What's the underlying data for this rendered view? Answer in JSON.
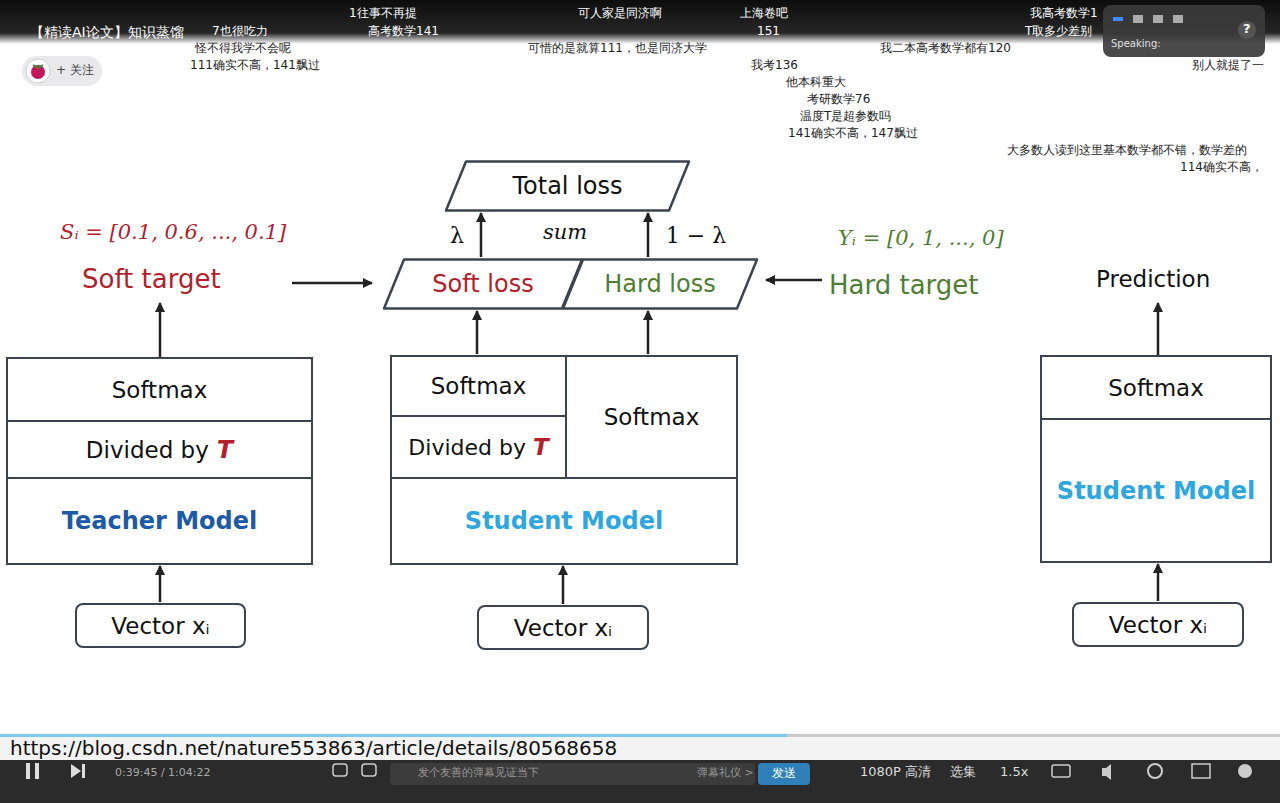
{
  "diagram": {
    "nodes": [
      {
        "text": [
          "Total loss"
        ]
      },
      {
        "text": [
          "Soft loss"
        ]
      },
      {
        "text": [
          "Hard loss"
        ]
      },
      {
        "text": [
          "Softmax"
        ]
      },
      {
        "text": [
          "Divided by",
          "T"
        ]
      },
      {
        "text": [
          "Teacher Model"
        ]
      },
      {
        "text": [
          "Softmax"
        ]
      },
      {
        "text": [
          "Divided by",
          "T"
        ]
      },
      {
        "text": [
          "Softmax"
        ]
      },
      {
        "text": [
          "Student Model"
        ]
      },
      {
        "text": [
          "Softmax"
        ]
      },
      {
        "text": [
          "Student Model"
        ]
      },
      {
        "text": [
          "Vector xᵢ"
        ]
      },
      {
        "text": [
          "Vector xᵢ"
        ]
      },
      {
        "text": [
          "Vector xᵢ"
        ]
      }
    ],
    "edges": [
      {
        "from": 1,
        "to": 0,
        "arrow": "to",
        "label": "λ"
      },
      {
        "from": 2,
        "to": 0,
        "arrow": "to",
        "label": "1 − λ"
      },
      {
        "from": 6,
        "to": 1,
        "arrow": "to"
      },
      {
        "from": 8,
        "to": 2,
        "arrow": "to"
      },
      {
        "from": 12,
        "to": 5,
        "arrow": "to"
      },
      {
        "from": 13,
        "to": 9,
        "arrow": "to"
      },
      {
        "from": 14,
        "to": 11,
        "arrow": "to"
      }
    ],
    "labels": [
      "【精读AI论文】知识蒸馏",
      "1往事不再提",
      "可人家是同济啊",
      "上海卷吧",
      "我高考数学1",
      "7也很吃力",
      "高考数学141",
      "151",
      "T取多少差别",
      "怪不得我学不会呢",
      "可惜的是就算111，也是同济大学",
      "我二本高考数学都有120",
      "111确实不高，141飘过",
      "我考136",
      "别人就提了一",
      "他本科重大",
      "考研数学76",
      "温度T是超参数吗",
      "141确实不高，147飘过",
      "大多数人读到这里基本数学都不错，数学差的",
      "114确实不高，",
      "+ 关注",
      "Speaking:",
      "Sᵢ = [0.1, 0.6, ..., 0.1]",
      "Soft target",
      "sum",
      "Yᵢ = [0, 1, ..., 0]",
      "Hard target",
      "Prediction",
      "https://blog.csdn.net/nature553863/article/details/80568658",
      "0:39:45 / 1:04:22",
      "发个友善的弹幕见证当下",
      "弹幕礼仪 >",
      "发送",
      "1080P 高清",
      "选集",
      "1.5x",
      "?"
    ]
  }
}
